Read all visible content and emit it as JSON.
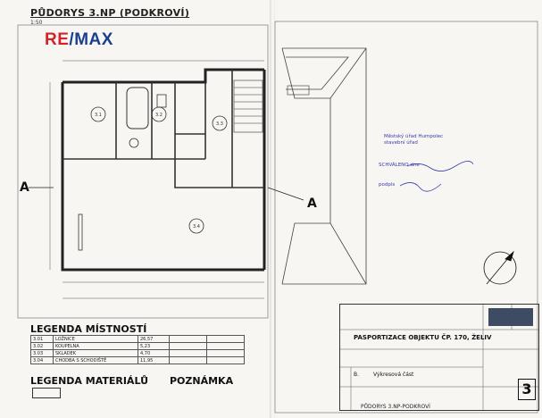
{
  "header": {
    "title": "PŮDORYS 3.NP (PODKROVÍ)",
    "scale": "1:50"
  },
  "logo": {
    "re": "RE",
    "slash": "/",
    "max": "MAX"
  },
  "section_marks": {
    "left": "A",
    "right": "A"
  },
  "rooms": [
    {
      "id": "3.1",
      "area_label": "3.1"
    },
    {
      "id": "3.2",
      "area_label": "3.2"
    },
    {
      "id": "3.3",
      "area_label": "3.3"
    },
    {
      "id": "3.4",
      "area_label": "3.4"
    }
  ],
  "legend": {
    "heading": "LEGENDA MÍSTNOSTÍ",
    "rows": [
      {
        "no": "3.01",
        "name": "LOŽNICE",
        "area": "26,57"
      },
      {
        "no": "3.02",
        "name": "KOUPELNA",
        "area": "5,23"
      },
      {
        "no": "3.03",
        "name": "SKLADEK",
        "area": "4,70"
      },
      {
        "no": "3.04",
        "name": "CHODBA S SCHODIŠTĚ",
        "area": "11,95"
      }
    ]
  },
  "materials": {
    "heading": "LEGENDA MATERIÁLŮ"
  },
  "note": {
    "heading": "POZNÁMKA"
  },
  "title_block": {
    "main": "PASPORTIZACE OBJEKTU ČP. 170, ŽELIV",
    "part_letter": "B.",
    "part_name": "Výkresová část",
    "sheet_number": "3"
  },
  "stamp": {
    "line1": "Městský úřad Humpolec",
    "line2": "stavební úřad",
    "line3": "SCHVÁLENO dne",
    "line4": "podpis"
  },
  "footer": "PŮDORYS 3.NP-PODKROVÍ"
}
